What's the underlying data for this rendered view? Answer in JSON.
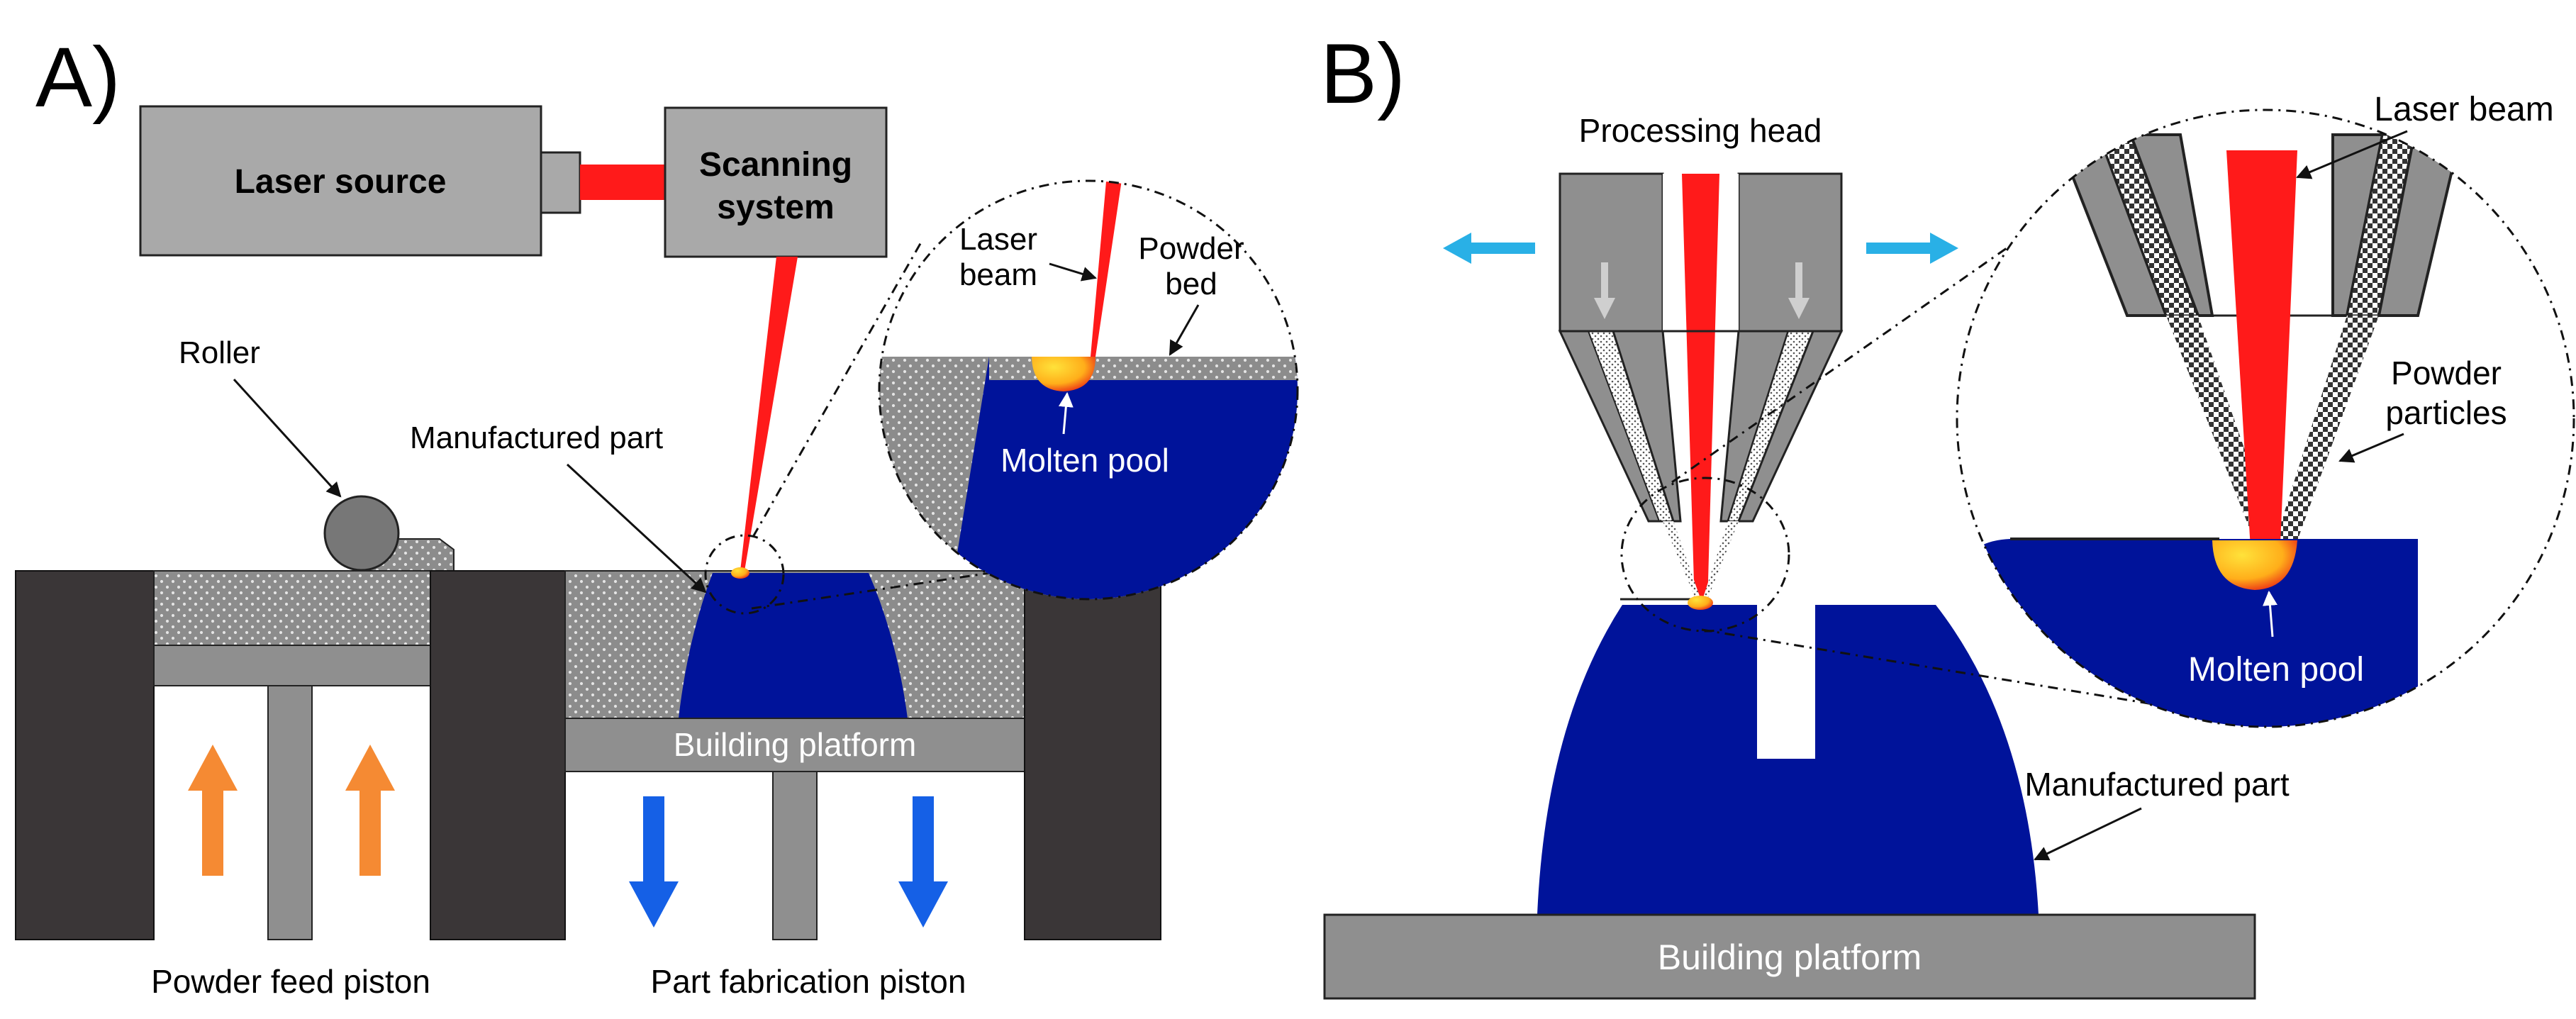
{
  "panel_a": {
    "label": "A)",
    "laser_source": "Laser source",
    "scanning_line1": "Scanning",
    "scanning_line2": "system",
    "roller": "Roller",
    "manufactured_part": "Manufactured part",
    "inset_laser_line1": "Laser",
    "inset_laser_line2": "beam",
    "inset_powder_line1": "Powder",
    "inset_powder_line2": "bed",
    "inset_molten": "Molten pool",
    "building_platform": "Building platform",
    "powder_feed_piston": "Powder feed piston",
    "part_fabrication_piston": "Part fabrication piston"
  },
  "panel_b": {
    "label": "B)",
    "processing_head": "Processing head",
    "laser_beam": "Laser beam",
    "powder_line1": "Powder",
    "powder_line2": "particles",
    "molten_pool": "Molten pool",
    "manufactured_part": "Manufactured part",
    "building_platform": "Building platform"
  },
  "colors": {
    "dark_wall": "#3a3637",
    "gray": "#8f8f8f",
    "light_gray": "#a9a9a9",
    "part_blue": "#00139a",
    "laser_red": "#ff1a1a",
    "arrow_orange": "#f58a33",
    "arrow_blue": "#1560e6",
    "arrow_cyan": "#29b0e6"
  }
}
